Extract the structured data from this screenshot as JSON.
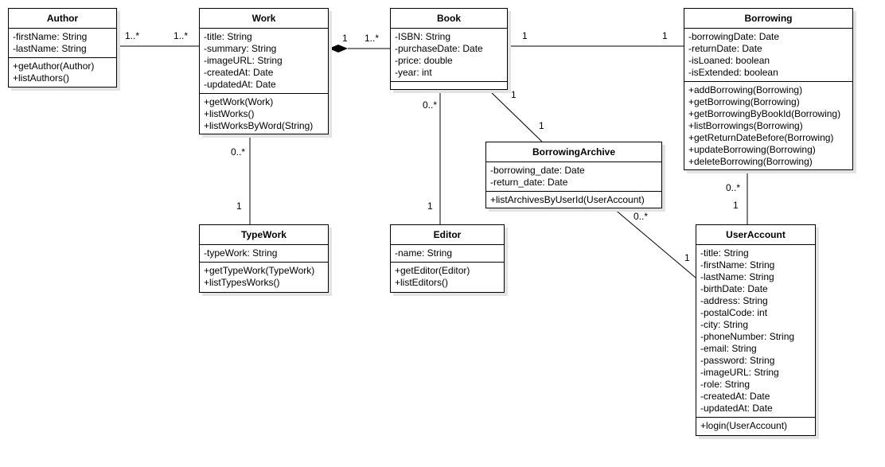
{
  "classes": {
    "author": {
      "name": "Author",
      "attributes": [
        "-firstName: String",
        "-lastName: String"
      ],
      "methods": [
        "+getAuthor(Author)",
        "+listAuthors()"
      ]
    },
    "work": {
      "name": "Work",
      "attributes": [
        "-title: String",
        "-summary: String",
        "-imageURL: String",
        "-createdAt: Date",
        "-updatedAt: Date"
      ],
      "methods": [
        "+getWork(Work)",
        "+listWorks()",
        "+listWorksByWord(String)"
      ]
    },
    "book": {
      "name": "Book",
      "attributes": [
        "-ISBN: String",
        "-purchaseDate: Date",
        "-price: double",
        "-year: int"
      ],
      "methods": []
    },
    "borrowing": {
      "name": "Borrowing",
      "attributes": [
        "-borrowingDate: Date",
        "-returnDate: Date",
        "-isLoaned: boolean",
        "-isExtended: boolean"
      ],
      "methods": [
        "+addBorrowing(Borrowing)",
        "+getBorrowing(Borrowing)",
        "+getBorrowingByBookId(Borrowing)",
        "+listBorrowings(Borrowing)",
        "+getReturnDateBefore(Borrowing)",
        "+updateBorrowing(Borrowing)",
        "+deleteBorrowing(Borrowing)"
      ]
    },
    "borrowingArchive": {
      "name": "BorrowingArchive",
      "attributes": [
        "-borrowing_date: Date",
        "-return_date: Date"
      ],
      "methods": [
        "+listArchivesByUserId(UserAccount)"
      ]
    },
    "typeWork": {
      "name": "TypeWork",
      "attributes": [
        "-typeWork: String"
      ],
      "methods": [
        "+getTypeWork(TypeWork)",
        "+listTypesWorks()"
      ]
    },
    "editor": {
      "name": "Editor",
      "attributes": [
        "-name: String"
      ],
      "methods": [
        "+getEditor(Editor)",
        "+listEditors()"
      ]
    },
    "userAccount": {
      "name": "UserAccount",
      "attributes": [
        "-title: String",
        "-firstName: String",
        "-lastName: String",
        "-birthDate: Date",
        "-address: String",
        "-postalCode: int",
        "-city: String",
        "-phoneNumber: String",
        "-email: String",
        "-password: String",
        "-imageURL: String",
        "-role: String",
        "-createdAt: Date",
        "-updatedAt: Date"
      ],
      "methods": [
        "+login(UserAccount)"
      ]
    }
  },
  "multiplicities": {
    "author_work_a": "1..*",
    "author_work_w": "1..*",
    "work_book_w": "1",
    "work_book_b": "1..*",
    "book_borrowing_b": "1",
    "book_borrowing_r": "1",
    "book_archive_b": "1",
    "book_archive_a": "1",
    "book_editor_b": "0..*",
    "book_editor_e": "1",
    "work_type_w": "0..*",
    "work_type_t": "1",
    "borrowing_user_b": "0..*",
    "borrowing_user_u": "1",
    "archive_user_a": "0..*",
    "archive_user_u": "1"
  }
}
